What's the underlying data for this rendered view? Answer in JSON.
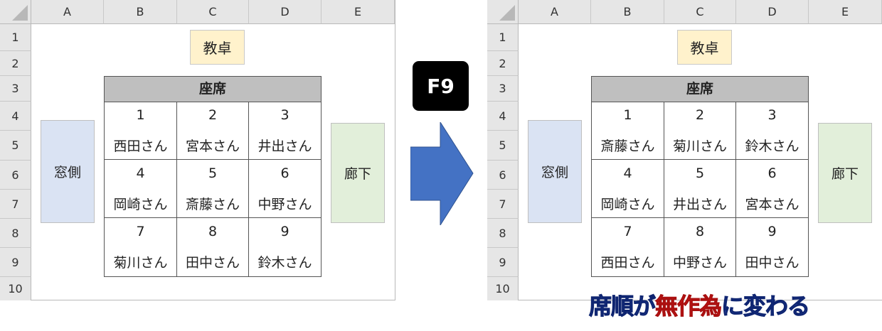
{
  "columns": [
    "A",
    "B",
    "C",
    "D",
    "E"
  ],
  "rows": [
    "1",
    "2",
    "3",
    "4",
    "5",
    "6",
    "7",
    "8",
    "9",
    "10"
  ],
  "labels": {
    "desk": "教卓",
    "seats_header": "座席",
    "window": "窓側",
    "hall": "廊下"
  },
  "key": "F9",
  "before": {
    "seats": [
      {
        "num": "1",
        "name": "西田さん"
      },
      {
        "num": "2",
        "name": "宮本さん"
      },
      {
        "num": "3",
        "name": "井出さん"
      },
      {
        "num": "4",
        "name": "岡崎さん"
      },
      {
        "num": "5",
        "name": "斎藤さん"
      },
      {
        "num": "6",
        "name": "中野さん"
      },
      {
        "num": "7",
        "name": "菊川さん"
      },
      {
        "num": "8",
        "name": "田中さん"
      },
      {
        "num": "9",
        "name": "鈴木さん"
      }
    ]
  },
  "after": {
    "seats": [
      {
        "num": "1",
        "name": "斎藤さん"
      },
      {
        "num": "2",
        "name": "菊川さん"
      },
      {
        "num": "3",
        "name": "鈴木さん"
      },
      {
        "num": "4",
        "name": "岡崎さん"
      },
      {
        "num": "5",
        "name": "井出さん"
      },
      {
        "num": "6",
        "name": "宮本さん"
      },
      {
        "num": "7",
        "name": "西田さん"
      },
      {
        "num": "8",
        "name": "中野さん"
      },
      {
        "num": "9",
        "name": "田中さん"
      }
    ]
  },
  "caption": {
    "part1": "席順が",
    "part2": "無作為",
    "part3": "に変わる"
  },
  "colors": {
    "arrow": "#4472c4",
    "caption_blue": "#1f3a8f",
    "caption_red": "#e02020"
  }
}
